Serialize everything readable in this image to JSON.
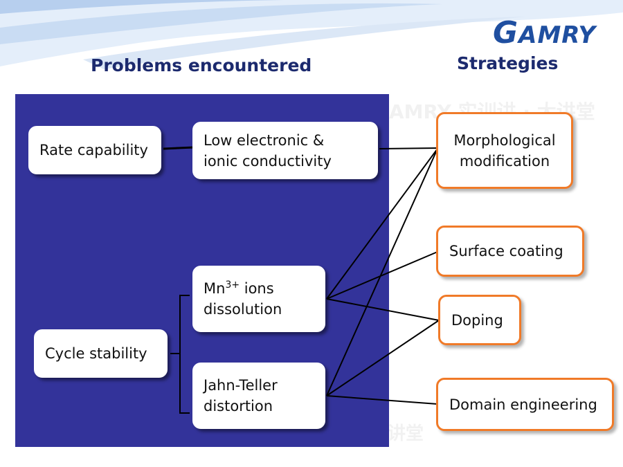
{
  "brand": {
    "logo_first": "G",
    "logo_rest": "AMRY"
  },
  "watermark": {
    "line_top": "AMRY 实训讲 · 大讲堂",
    "line_bottom": "讲堂"
  },
  "headings": {
    "problems": "Problems encountered",
    "strategies": "Strategies"
  },
  "problems": {
    "rate": "Rate capability",
    "conductivity": "Low electronic &\nionic conductivity",
    "cycle": "Cycle stability",
    "mn_prefix": "Mn",
    "mn_sup": "3+",
    "mn_suffix": " ions",
    "mn_line2": "dissolution",
    "jahn_teller": "Jahn-Teller\ndistortion"
  },
  "strategies": {
    "morphological": "Morphological\nmodification",
    "surface": "Surface coating",
    "doping": "Doping",
    "domain": "Domain engineering"
  },
  "colors": {
    "panel": "#33339a",
    "strategy_border": "#f07a28",
    "heading": "#1c2a6e",
    "logo": "#1f4fa0"
  }
}
